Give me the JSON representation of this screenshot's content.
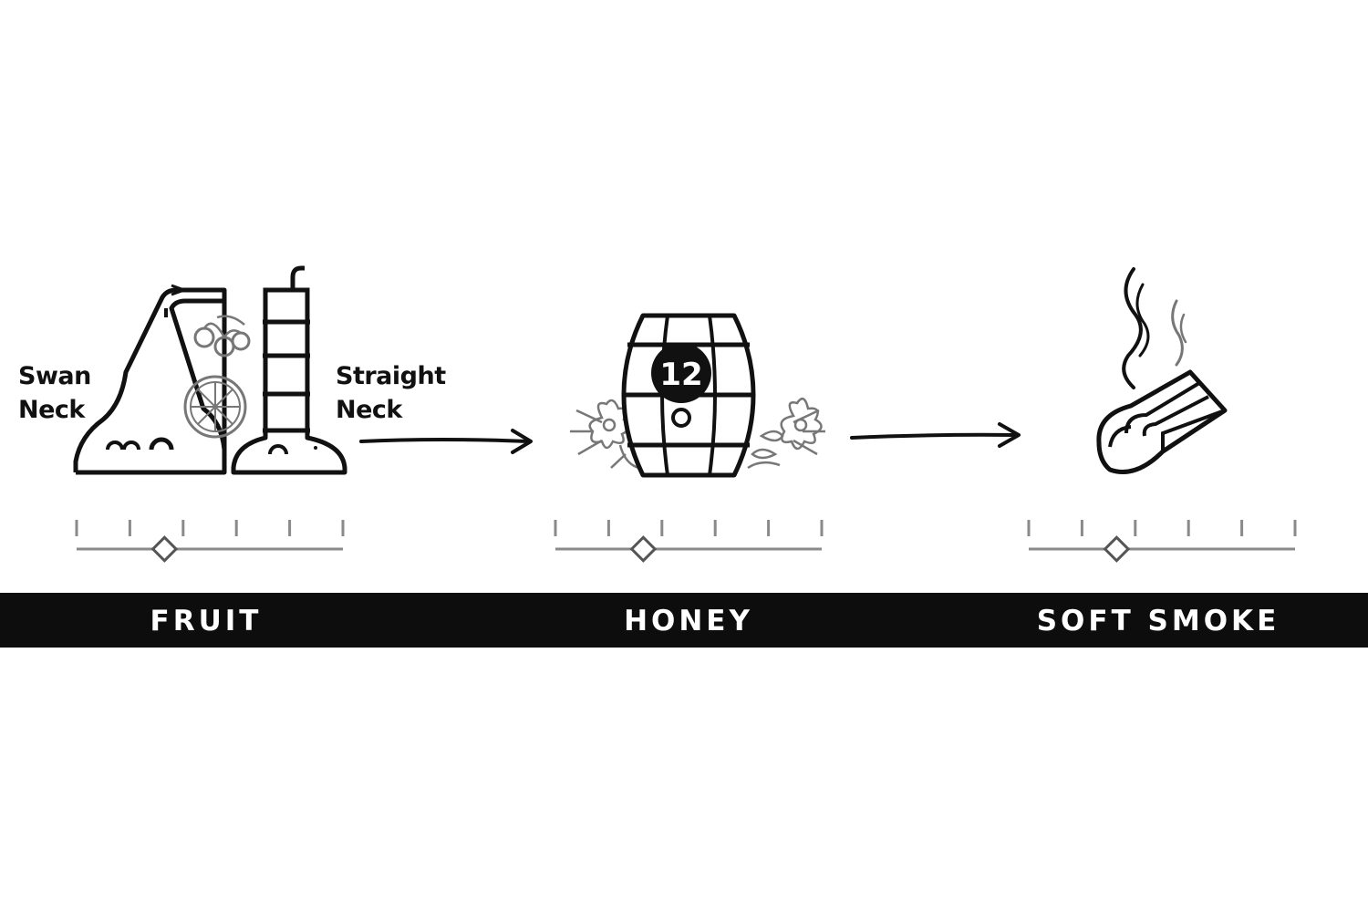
{
  "stills": {
    "swan_label": "Swan\nNeck",
    "straight_label": "Straight\nNeck"
  },
  "barrel": {
    "age": "12"
  },
  "flavors": [
    {
      "label": "FRUIT",
      "level": 0.33
    },
    {
      "label": "HONEY",
      "level": 0.33
    },
    {
      "label": "SOFT SMOKE",
      "level": 0.33
    }
  ],
  "icons": [
    "pot-stills-icon",
    "cherries-icon",
    "orange-slice-icon",
    "barrel-icon",
    "vanilla-flower-icon",
    "smoke-icon",
    "peat-block-icon",
    "arrow-icon"
  ],
  "colors": {
    "ink": "#111111",
    "band": "#0d0d0d",
    "scale_line": "#8a8a8a",
    "scale_marker": "#555555"
  }
}
